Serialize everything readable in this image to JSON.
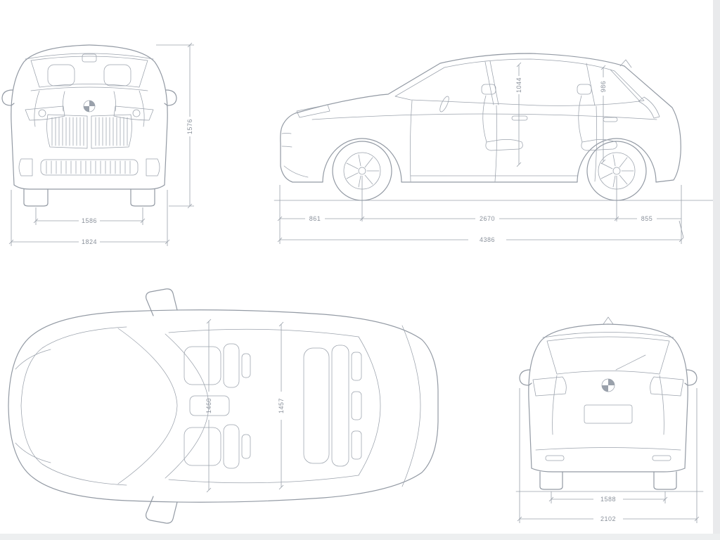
{
  "colors": {
    "background": "#ffffff",
    "line": "#939aa4",
    "label": "#8a919b"
  },
  "views": {
    "front": {
      "dims": {
        "height": "1576",
        "track_width": "1586",
        "overall_width": "1824"
      }
    },
    "side": {
      "dims": {
        "front_interior_height": "1044",
        "rear_interior_height": "986",
        "front_overhang": "861",
        "wheelbase": "2670",
        "rear_overhang": "855",
        "overall_length": "4386"
      }
    },
    "top": {
      "dims": {
        "front_interior_width": "1460",
        "rear_interior_width": "1457"
      }
    },
    "rear": {
      "dims": {
        "track_width": "1588",
        "width_incl_mirrors": "2102"
      }
    }
  }
}
